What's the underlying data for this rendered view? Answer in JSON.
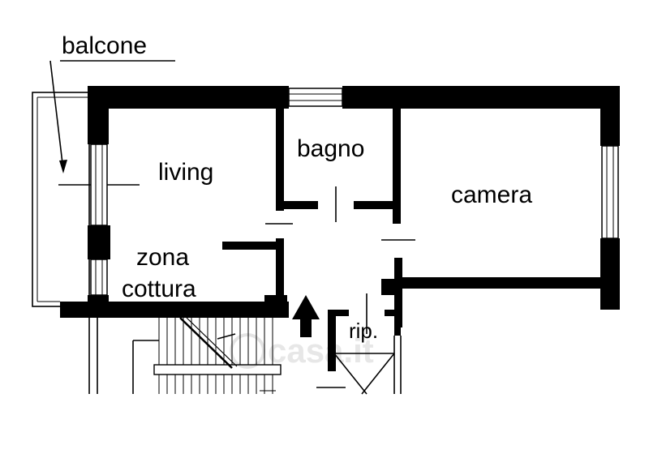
{
  "rooms": {
    "balcone": "balcone",
    "living": "living",
    "bagno": "bagno",
    "camera": "camera",
    "zona_line1": "zona",
    "zona_line2": "cottura",
    "ripostiglio": "rip."
  },
  "watermark": "casa.it",
  "colors": {
    "ink": "#000000",
    "background": "#ffffff",
    "watermark": "#d9d9d9"
  }
}
